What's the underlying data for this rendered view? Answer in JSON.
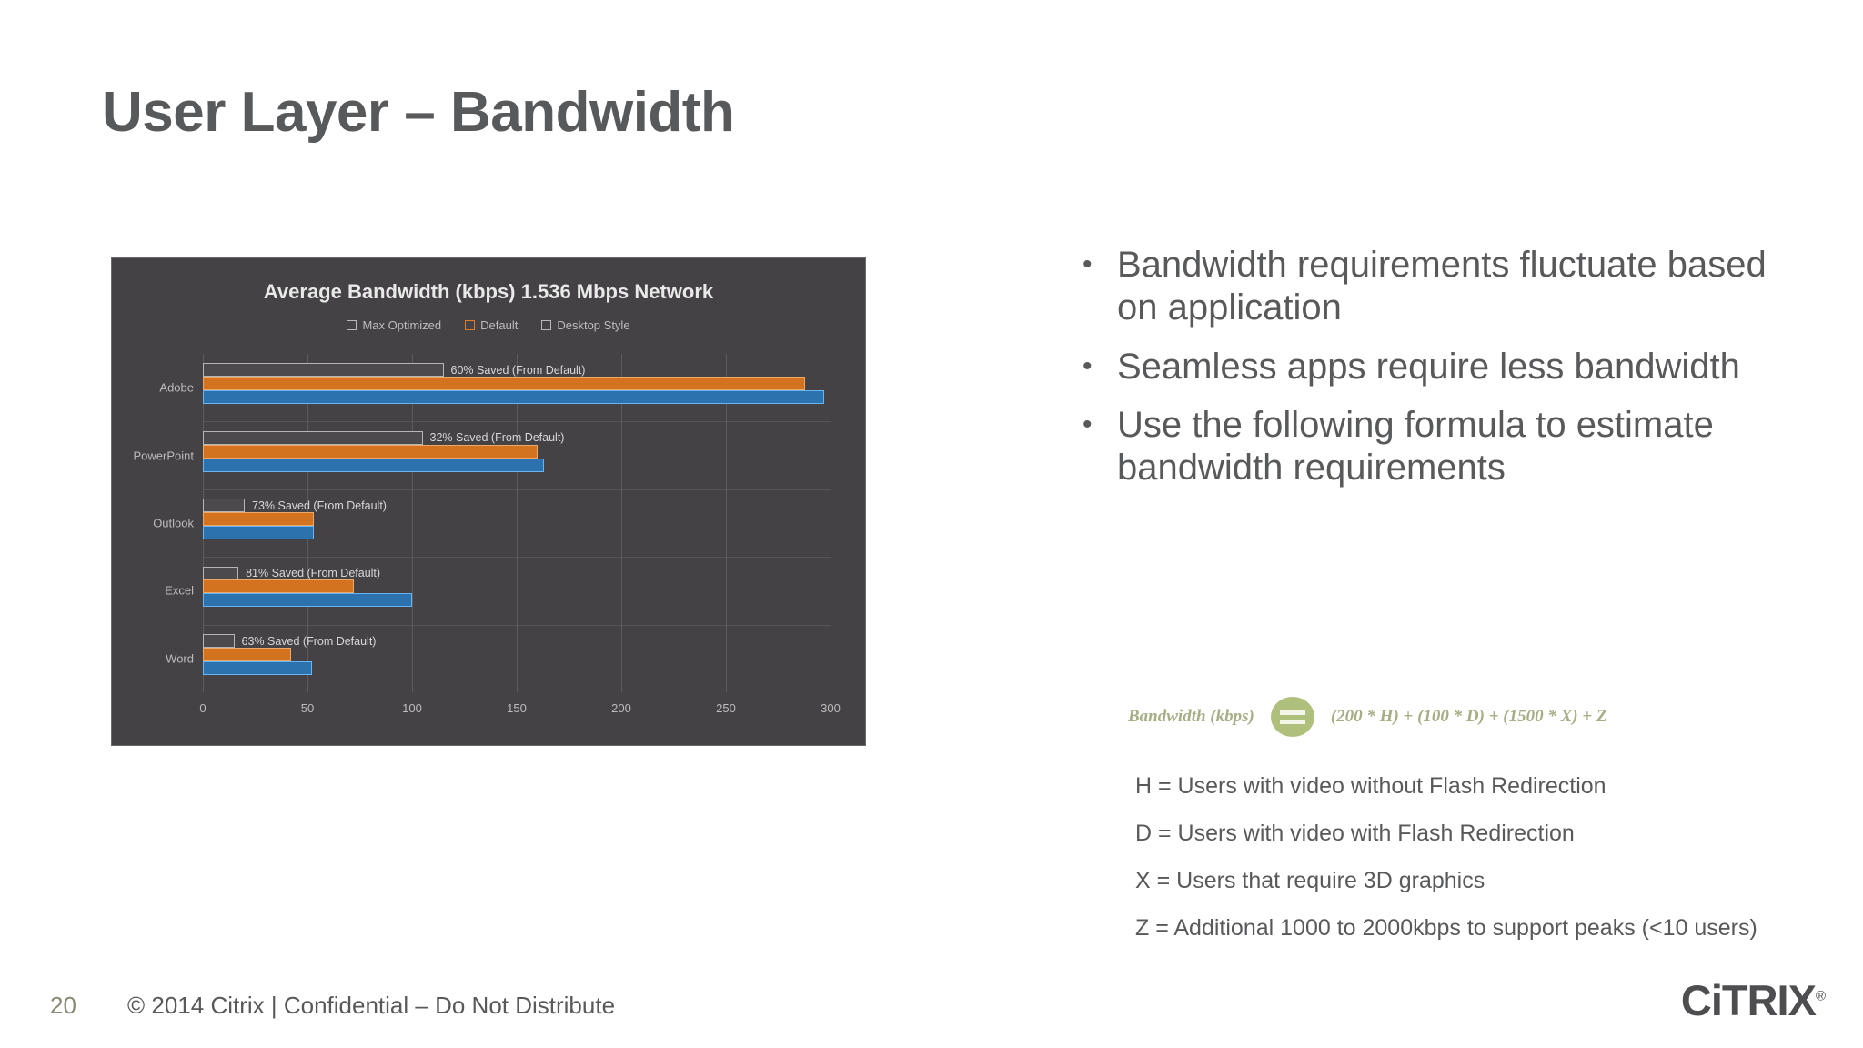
{
  "slide": {
    "title": "User Layer – Bandwidth"
  },
  "chart_data": {
    "type": "bar",
    "orientation": "horizontal",
    "title": "Average Bandwidth (kbps) 1.536 Mbps Network",
    "xlabel": "",
    "ylabel": "",
    "xlim": [
      0,
      300
    ],
    "xticks": [
      0,
      50,
      100,
      150,
      200,
      250,
      300
    ],
    "grid": true,
    "legend_position": "top-center",
    "categories": [
      "Adobe",
      "PowerPoint",
      "Outlook",
      "Excel",
      "Word"
    ],
    "series": [
      {
        "name": "Max Optimized",
        "color": "#4d4a4d",
        "values": [
          115,
          105,
          20,
          17,
          15
        ]
      },
      {
        "name": "Default",
        "color": "#d4731f",
        "values": [
          288,
          160,
          53,
          72,
          42
        ]
      },
      {
        "name": "Desktop Style",
        "color": "#2b72ae",
        "values": [
          297,
          163,
          53,
          100,
          52
        ]
      }
    ],
    "annotations": [
      "60% Saved (From Default)",
      "32% Saved (From Default)",
      "73% Saved (From Default)",
      "81% Saved (From Default)",
      "63% Saved (From Default)"
    ],
    "background": "#454245"
  },
  "bullets": [
    {
      "marker": "•",
      "text": "Bandwidth requirements fluctuate based on application"
    },
    {
      "marker": "•",
      "text": "Seamless apps require less bandwidth"
    },
    {
      "marker": "•",
      "text": "Use the following formula to estimate bandwidth requirements"
    }
  ],
  "formula": {
    "left": "Bandwidth (kbps)",
    "operator": "=",
    "right": "(200 * H) + (100 * D) + (1500 * X) + Z",
    "badge_color": "#7f9a2e"
  },
  "definitions": [
    "H = Users with video without Flash Redirection",
    "D = Users with video with Flash Redirection",
    "X = Users that require 3D graphics",
    "Z = Additional 1000 to 2000kbps to support peaks (<10 users)"
  ],
  "footer": {
    "page_number": "20",
    "copyright": "© 2014 Citrix | Confidential – Do Not Distribute",
    "logo": "CiTRIX",
    "logo_mark": "®"
  }
}
